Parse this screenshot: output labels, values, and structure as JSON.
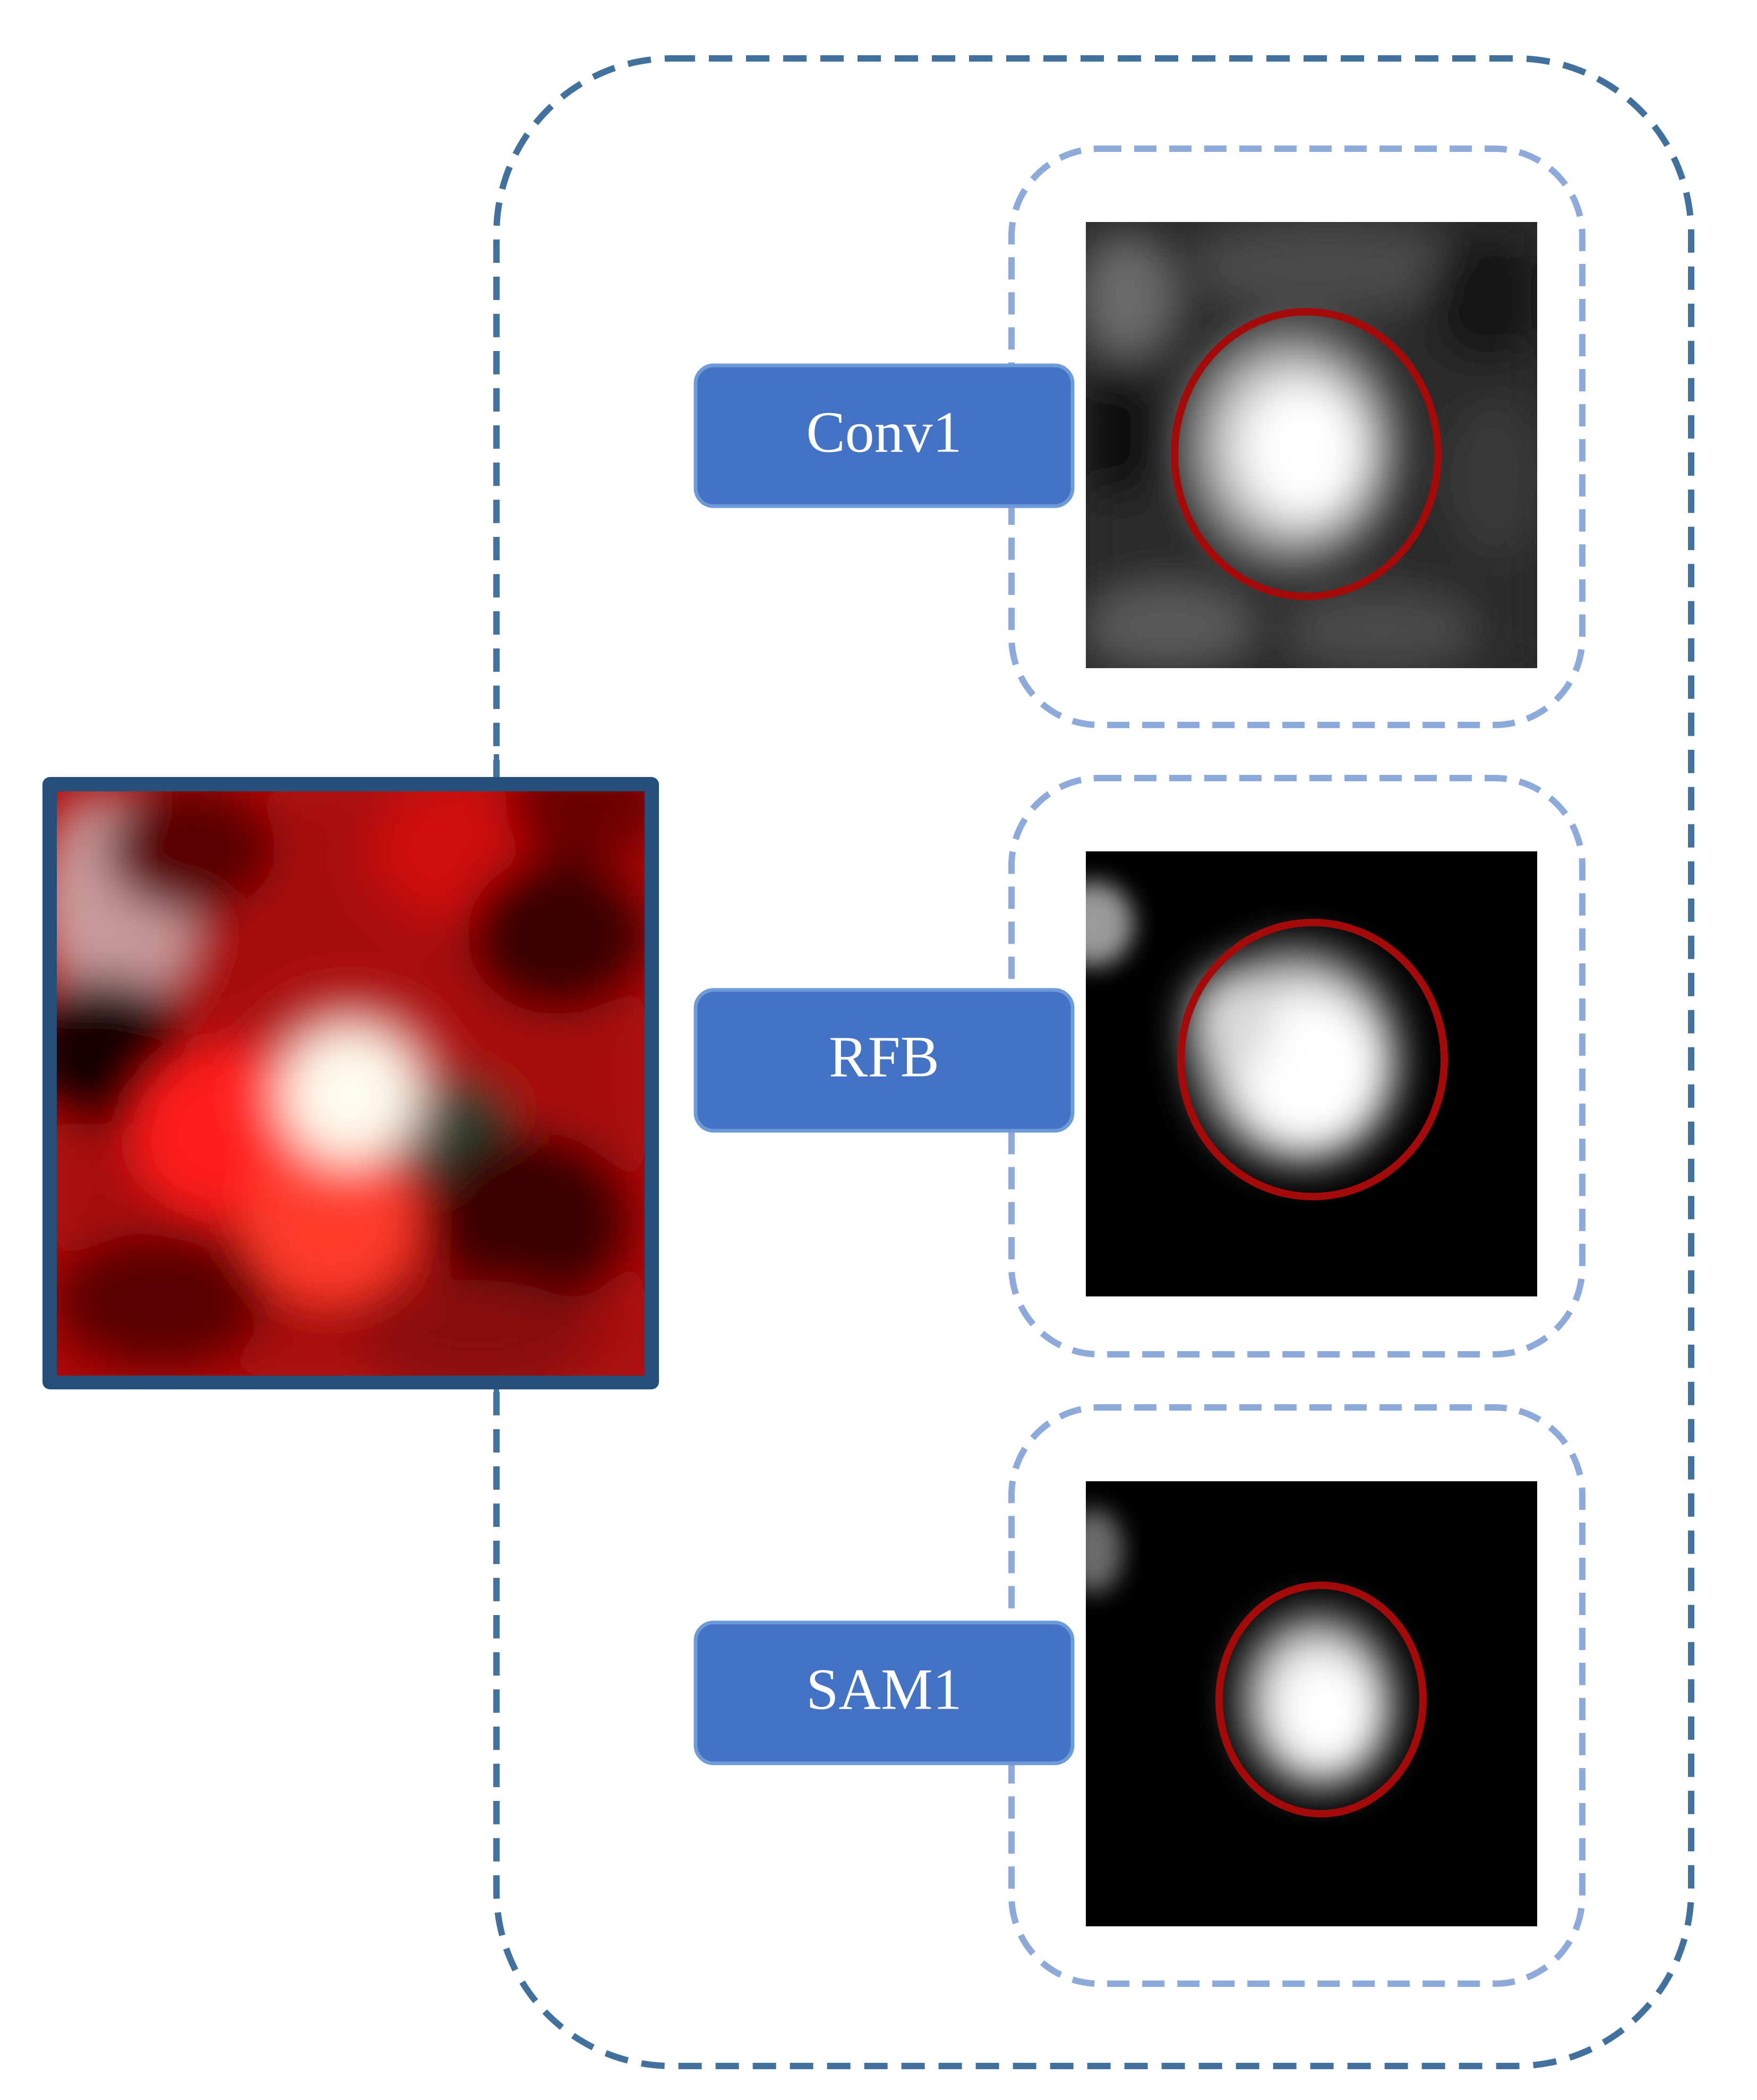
{
  "colors": {
    "outer_border": "#41719c",
    "inner_border": "#8eaadb",
    "label_fill": "#4472c4",
    "label_stroke": "#6d9ad8",
    "input_frame": "#254e78",
    "highlight_circle": "#a50a0a"
  },
  "input": {
    "description_icon": "input-image"
  },
  "stages": [
    {
      "label": "Conv1"
    },
    {
      "label": "RFB"
    },
    {
      "label": "SAM1"
    }
  ]
}
